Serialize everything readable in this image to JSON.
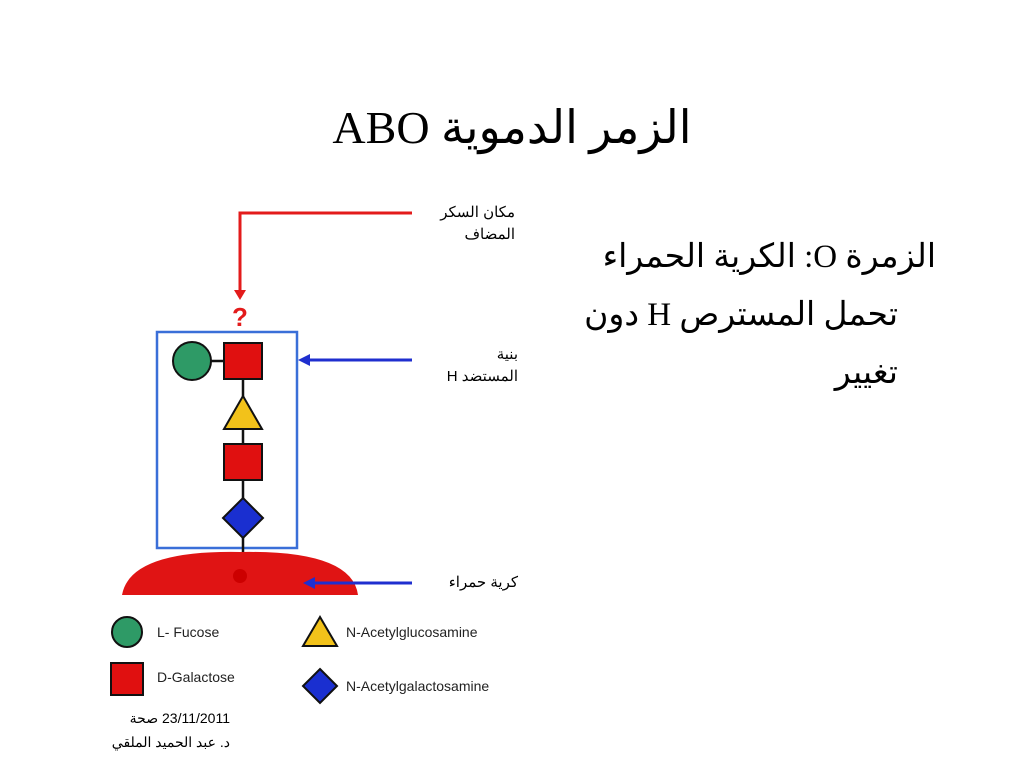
{
  "slide": {
    "title": "الزمر الدموية ABO",
    "body_lines": [
      "الزمرة O: الكرية الحمراء",
      "تحمل المسترص H دون",
      "تغيير"
    ]
  },
  "diagram": {
    "labels": {
      "sugar_site": [
        "مكان السكر",
        "المضاف"
      ],
      "h_substance": [
        "بنية",
        "المستضد H"
      ],
      "red_cell": "كرية حمراء"
    },
    "question_mark": "?",
    "legend": {
      "fucose": "L- Fucose",
      "galactose": "D-Galactose",
      "glucosamine": "N-Acetylglucosamine",
      "galactosamine": "N-Acetylgalactosamine"
    },
    "colors": {
      "arrow_red": "#e31b1b",
      "arrow_blue": "#1f2fcf",
      "box_blue": "#3a6fd8",
      "fucose_green": "#2e9a66",
      "galactose_red": "#e01010",
      "glucosamine_yellow": "#f2c21a",
      "galactosamine_blue": "#1a2fd0",
      "cell_red": "#e01414"
    }
  },
  "footer": {
    "date_line": "23/11/2011 صحة",
    "author_line": "د. عبد الحميد الملقي"
  }
}
